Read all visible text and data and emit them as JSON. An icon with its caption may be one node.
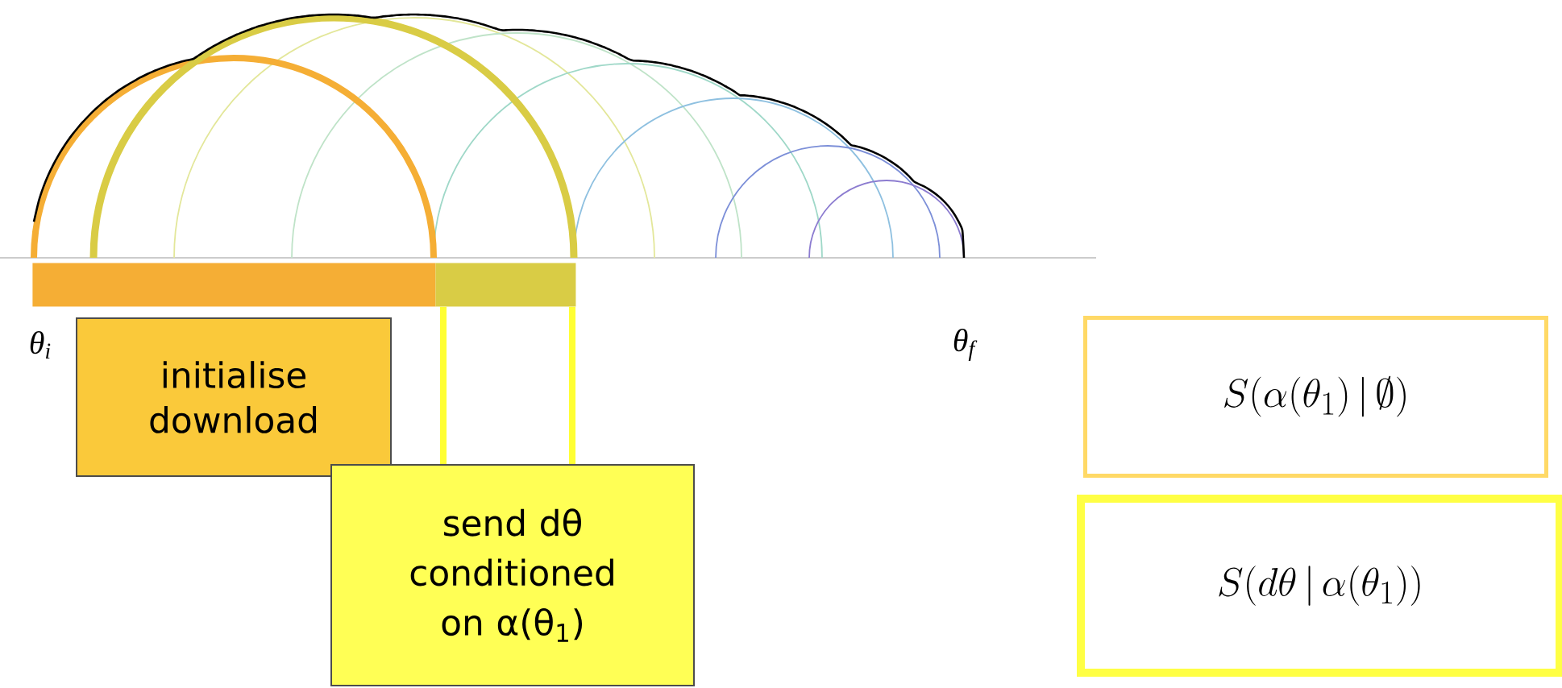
{
  "diagram": {
    "nodes": [
      {
        "text": [],
        "shape": "bar"
      },
      {
        "text": [],
        "shape": "bar"
      },
      {
        "text": [
          "initialise download"
        ]
      },
      {
        "text": [
          "send dθ conditioned on α(θ$_{1}$)"
        ]
      },
      {
        "text": [
          "S\\Big(\\alpha(\\theta_1)\\,|\\,\\emptyset\\Big)"
        ]
      },
      {
        "text": [
          "S\\Big(d\\theta\\,|\\,\\alpha(\\theta_1)\\Big)"
        ]
      }
    ],
    "edges": [
      {
        "from": 1,
        "to": 3,
        "arrow": "none"
      },
      {
        "from": 1,
        "to": 3,
        "arrow": "none"
      }
    ],
    "labels": [
      "θ$_{i}$",
      "θ$_{f}$"
    ]
  }
}
